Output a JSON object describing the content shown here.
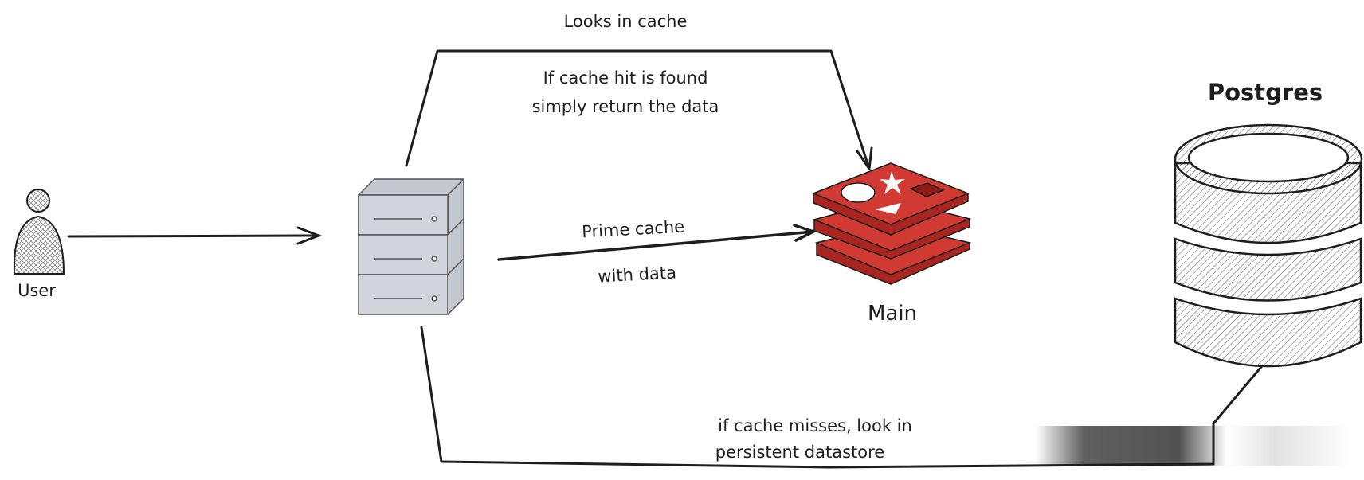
{
  "nodes": {
    "user": {
      "label": "User",
      "icon": "user-icon"
    },
    "server": {
      "icon": "server-icon"
    },
    "cache": {
      "label": "Main",
      "icon": "redis-stack-icon",
      "color": "#c9302c"
    },
    "database": {
      "label": "Postgres",
      "icon": "database-cylinder-icon"
    }
  },
  "edges": {
    "looks_in_cache": "Looks in cache",
    "cache_hit_line1": "If cache hit is found",
    "cache_hit_line2": "simply return the data",
    "prime_line1": "Prime cache",
    "prime_line2": "with data",
    "miss_line1": "if cache misses, look in",
    "miss_line2": "persistent datastore"
  }
}
